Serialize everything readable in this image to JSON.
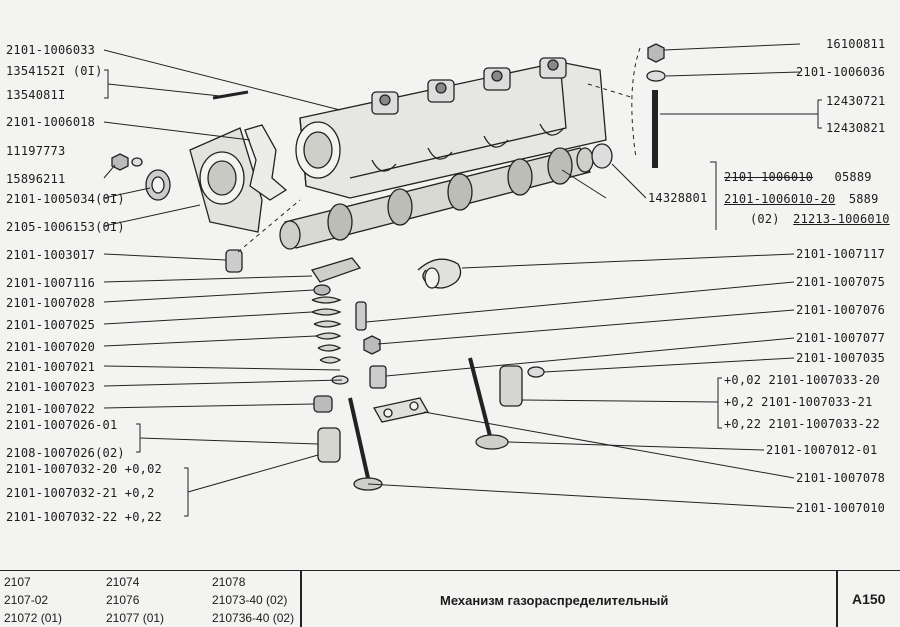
{
  "left_labels": [
    "2101-1006033",
    "1354152I (0I)",
    "1354081I",
    "2101-1006018",
    "11197773",
    "15896211",
    "2101-1005034(0I)",
    "2105-1006153(0I)",
    "2101-1003017",
    "2101-1007116",
    "2101-1007028",
    "2101-1007025",
    "2101-1007020",
    "2101-1007021",
    "2101-1007023",
    "2101-1007022",
    "2101-1007026-01",
    "2108-1007026(02)",
    "2101-1007032-20  +0,02",
    "2101-1007032-21  +0,2",
    "2101-1007032-22  +0,22"
  ],
  "right_labels": [
    "16100811",
    "2101-1006036",
    "12430721",
    "12430821",
    "14328801",
    "2101-1007117",
    "2101-1007075",
    "2101-1007076",
    "2101-1007077",
    "2101-1007035",
    "+0,02 2101-1007033-20",
    "+0,2  2101-1007033-21",
    "+0,22 2101-1007033-22",
    "2101-1007012-01",
    "2101-1007078",
    "2101-1007010"
  ],
  "camshaft_refs": {
    "line1_part": "2101-1006010",
    "line1_num": "05889",
    "line2_part": "2101-1006010-20",
    "line2_num": "5889",
    "line3_prefix": "(02)",
    "line3_part": "21213-1006010"
  },
  "footer": {
    "models_col1": [
      "2107",
      "2107-02",
      "21072 (01)"
    ],
    "models_col2": [
      "21074",
      "21076",
      "21077 (01)"
    ],
    "models_col3": [
      "21078",
      "21073-40 (02)",
      "210736-40 (02)"
    ],
    "title": "Механизм газораспределительный",
    "page": "A150"
  }
}
